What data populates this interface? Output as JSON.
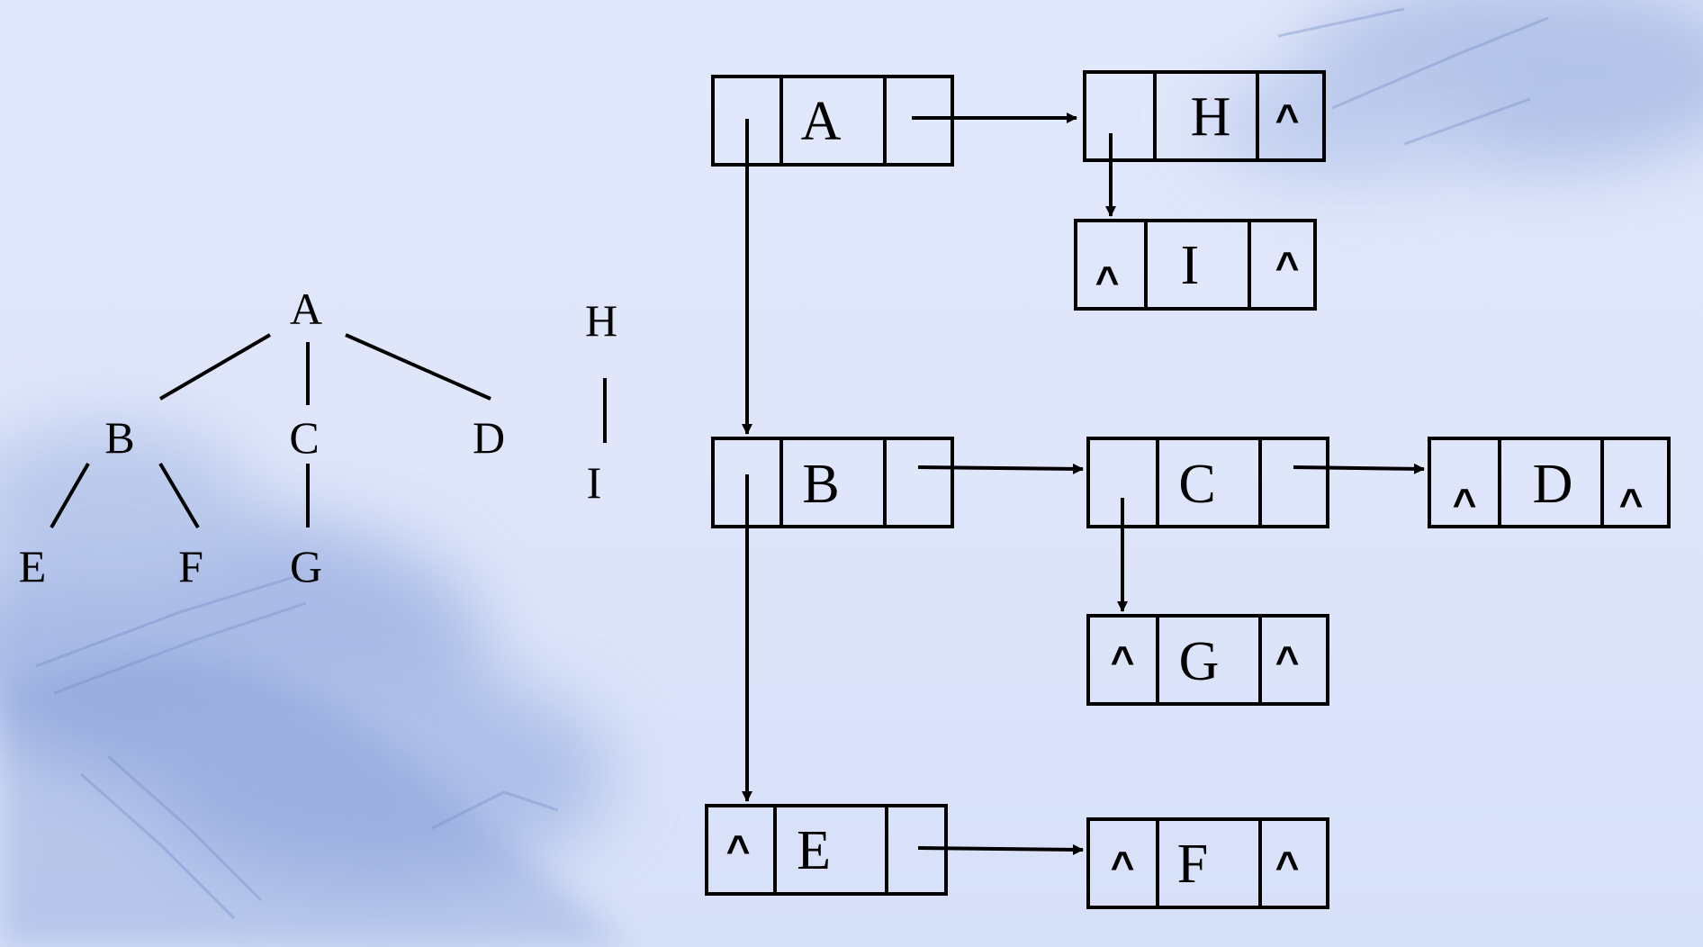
{
  "tree": {
    "nodes": [
      "A",
      "B",
      "C",
      "D",
      "E",
      "F",
      "G",
      "H",
      "I"
    ]
  },
  "storage": {
    "null_symbol": "^",
    "nodes": [
      {
        "id": "A",
        "first_child": "B",
        "next_sibling": "H"
      },
      {
        "id": "H",
        "first_child": "I",
        "next_sibling": "^"
      },
      {
        "id": "I",
        "first_child": "^",
        "next_sibling": "^"
      },
      {
        "id": "B",
        "first_child": "E",
        "next_sibling": "C"
      },
      {
        "id": "C",
        "first_child": "G",
        "next_sibling": "D"
      },
      {
        "id": "D",
        "first_child": "^",
        "next_sibling": "^"
      },
      {
        "id": "G",
        "first_child": "^",
        "next_sibling": "^"
      },
      {
        "id": "E",
        "first_child": "^",
        "next_sibling": "F"
      },
      {
        "id": "F",
        "first_child": "^",
        "next_sibling": "^"
      }
    ]
  },
  "colors": {
    "background": "#e1e8fb",
    "ink": "#000000",
    "watermark": "#8fa6dc"
  }
}
